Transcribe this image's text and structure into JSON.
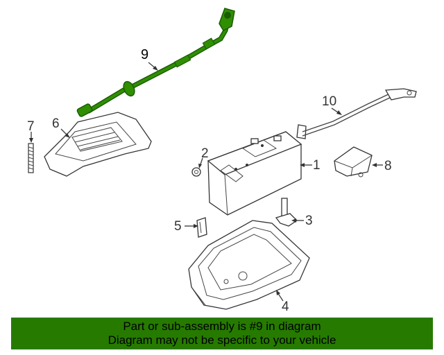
{
  "diagram": {
    "callouts": [
      "9",
      "10",
      "7",
      "6",
      "2",
      "1",
      "8",
      "5",
      "3",
      "4"
    ],
    "selected_part": "9",
    "colors": {
      "highlight": "#267a00",
      "line": "#333333"
    }
  },
  "banner": {
    "line1": "Part or sub-assembly is #9 in diagram",
    "line2": "Diagram may not be specific to your vehicle",
    "background": "#267a00"
  }
}
